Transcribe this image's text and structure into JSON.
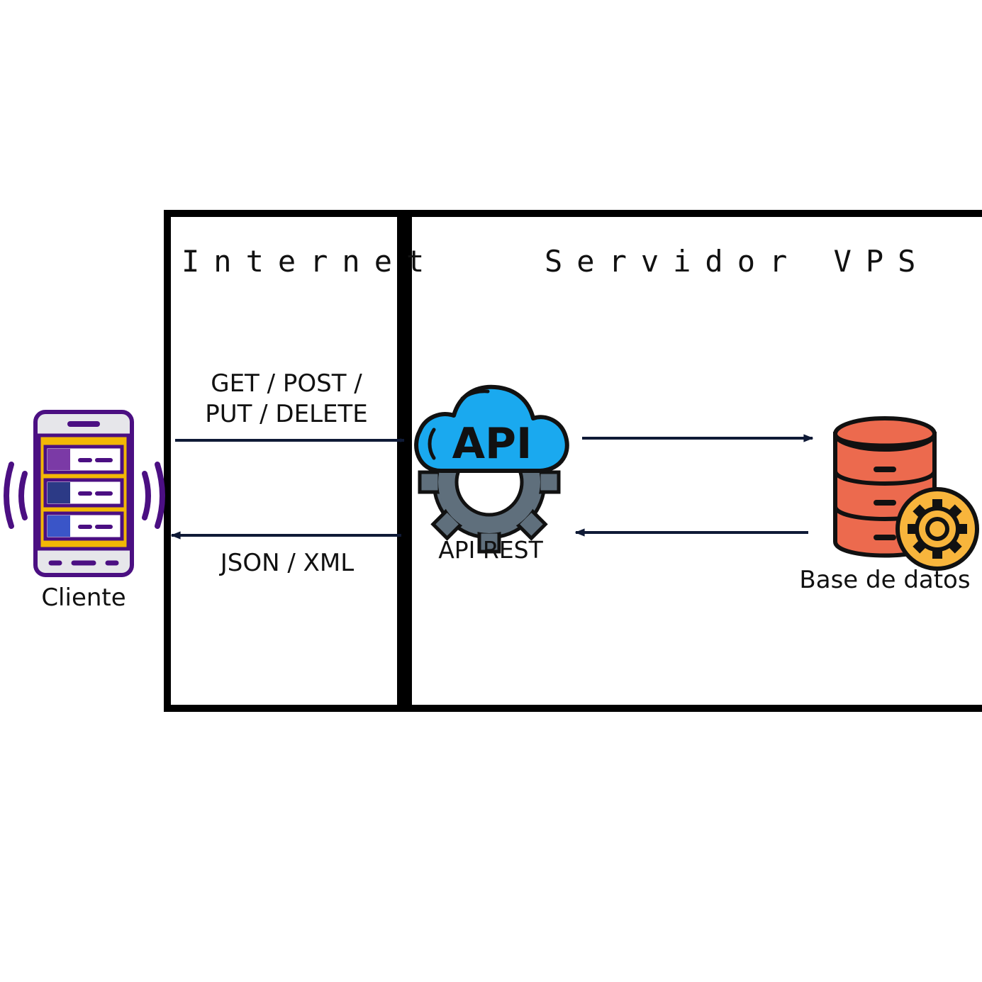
{
  "zones": {
    "internet_label": "Internet",
    "server_label": "Servidor VPS"
  },
  "client": {
    "label": "Cliente",
    "icon": "smartphone-vibrating-icon"
  },
  "api": {
    "icon_text": "API",
    "label": "API REST",
    "icon": "cloud-gear-api-icon"
  },
  "database": {
    "label": "Base de datos",
    "icon": "database-gear-icon"
  },
  "flows": {
    "request_line1": "GET / POST /",
    "request_line2": "PUT / DELETE",
    "response": "JSON / XML"
  },
  "colors": {
    "line": "#000000",
    "arrow": "#0f1a36",
    "phone_outline": "#4b0f82",
    "phone_screen": "#f2b705",
    "cloud": "#1aa9ef",
    "gear_gray": "#5f6f7c",
    "db_red": "#ec6a4e",
    "db_gear": "#f8b53c"
  }
}
